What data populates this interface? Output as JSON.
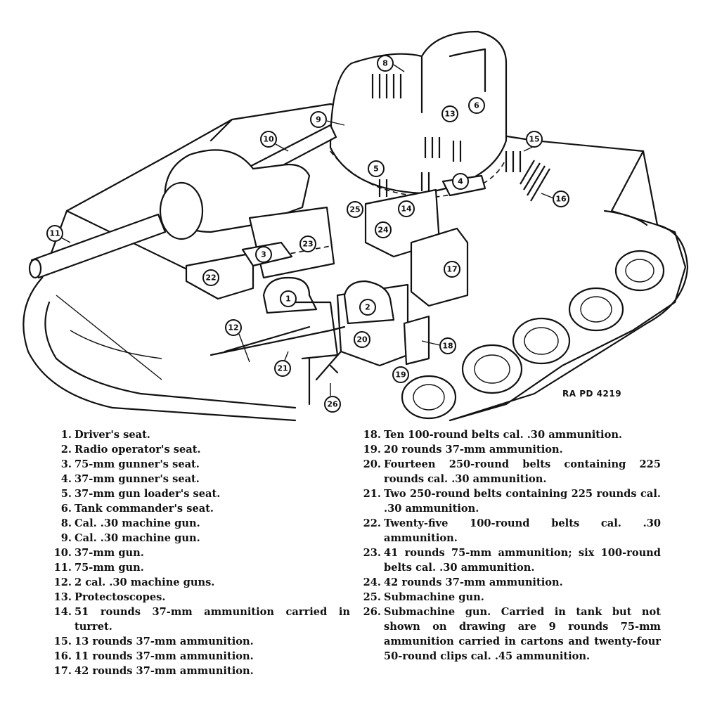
{
  "figure": {
    "code": "RA PD 4219",
    "callouts": [
      "1",
      "2",
      "3",
      "4",
      "5",
      "6",
      "8",
      "9",
      "10",
      "11",
      "12",
      "13",
      "14",
      "15",
      "16",
      "17",
      "18",
      "19",
      "20",
      "21",
      "22",
      "23",
      "24",
      "25",
      "26"
    ]
  },
  "legend": {
    "left": [
      {
        "num": "1.",
        "text": "Driver's seat."
      },
      {
        "num": "2.",
        "text": "Radio operator's seat."
      },
      {
        "num": "3.",
        "text": "75-mm gunner's seat."
      },
      {
        "num": "4.",
        "text": "37-mm gunner's seat."
      },
      {
        "num": "5.",
        "text": "37-mm gun loader's seat."
      },
      {
        "num": "6.",
        "text": "Tank commander's seat."
      },
      {
        "num": "8.",
        "text": "Cal. .30 machine gun."
      },
      {
        "num": "9.",
        "text": "Cal. .30 machine gun."
      },
      {
        "num": "10.",
        "text": "37-mm gun."
      },
      {
        "num": "11.",
        "text": "75-mm gun."
      },
      {
        "num": "12.",
        "text": "2 cal. .30 machine guns."
      },
      {
        "num": "13.",
        "text": "Protectoscopes."
      },
      {
        "num": "14.",
        "text": "51 rounds 37-mm ammunition carried in turret."
      },
      {
        "num": "15.",
        "text": "13 rounds 37-mm ammunition."
      },
      {
        "num": "16.",
        "text": "11 rounds 37-mm ammunition."
      },
      {
        "num": "17.",
        "text": "42 rounds 37-mm ammunition."
      }
    ],
    "right": [
      {
        "num": "18.",
        "text": "Ten 100-round belts cal. .30 ammunition."
      },
      {
        "num": "19.",
        "text": "20 rounds 37-mm ammunition."
      },
      {
        "num": "20.",
        "text": "Fourteen 250-round belts containing 225 rounds cal. .30 ammunition."
      },
      {
        "num": "21.",
        "text": "Two 250-round belts containing 225 rounds cal. .30 ammunition."
      },
      {
        "num": "22.",
        "text": "Twenty-five 100-round belts cal. .30 ammunition."
      },
      {
        "num": "23.",
        "text": "41 rounds 75-mm ammunition; six 100-round belts cal. .30 ammunition."
      },
      {
        "num": "24.",
        "text": "42 rounds 37-mm ammunition."
      },
      {
        "num": "25.",
        "text": "Submachine gun."
      },
      {
        "num": "26.",
        "text": "Submachine gun. Carried in tank but not shown on drawing are 9 rounds 75-mm ammunition carried in cartons and twenty-four 50-round clips cal. .45 ammunition."
      }
    ]
  }
}
